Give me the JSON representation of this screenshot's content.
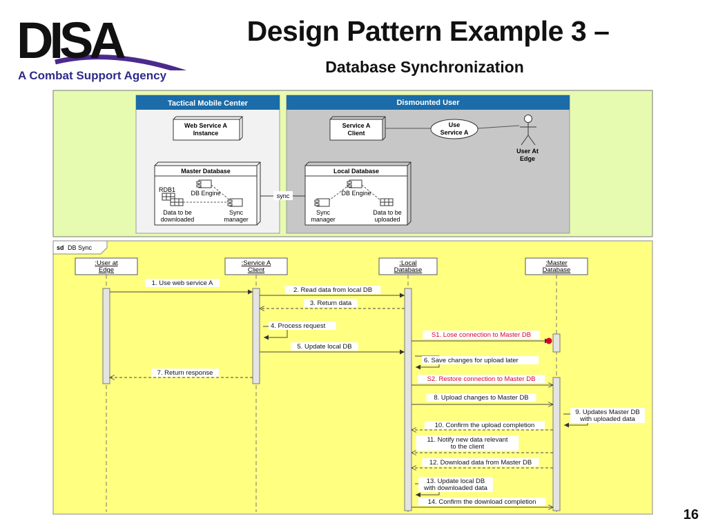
{
  "slide": {
    "title": "Design Pattern Example 3 –",
    "subtitle": "Database Synchronization",
    "tagline": "A Combat Support Agency",
    "logo_text": "DISA",
    "page_number": "16"
  },
  "deployment": {
    "tmc_title": "Tactical Mobile Center",
    "du_title": "Dismounted  User",
    "web_service_box": [
      "Web Service A",
      "Instance"
    ],
    "service_client_box": [
      "Service A",
      "Client"
    ],
    "use_case": [
      "Use",
      "Service A"
    ],
    "actor_label": [
      "User At",
      "Edge"
    ],
    "master_db": {
      "title": "Master Database",
      "rdb": "RDB1",
      "engine": "DB Engine",
      "left_label": [
        "Data to be",
        "downloaded"
      ],
      "right_label": [
        "Sync",
        "manager"
      ]
    },
    "local_db": {
      "title": "Local Database",
      "engine": "DB Engine",
      "left_label": [
        "Sync",
        "manager"
      ],
      "right_label": [
        "Data to be",
        "uploaded"
      ]
    },
    "sync_label": "sync"
  },
  "sequence": {
    "frame_keyword": "sd",
    "frame_name": "DB Sync",
    "lifelines": [
      [
        "User at",
        "Edge"
      ],
      [
        "Service A",
        "Client"
      ],
      [
        "Local",
        "Database"
      ],
      [
        "Master",
        "Database"
      ]
    ],
    "lifeline_prefix": ":",
    "messages": [
      [
        "1. Use web service A"
      ],
      [
        "2. Read data from local DB"
      ],
      [
        "3. Return data"
      ],
      [
        "4. Process request"
      ],
      [
        "S1. Lose connection to Master DB"
      ],
      [
        "5. Update local DB"
      ],
      [
        "6. Save changes for upload later"
      ],
      [
        "7. Return response"
      ],
      [
        "S2. Restore connection to Master DB"
      ],
      [
        "8. Upload changes to Master DB"
      ],
      [
        "9. Updates Master DB",
        "with uploaded data"
      ],
      [
        "10. Confirm the upload completion"
      ],
      [
        "11. Notify new data relevant",
        "to the client"
      ],
      [
        "12. Download data from Master DB"
      ],
      [
        "13. Update local DB",
        "with downloaded data"
      ],
      [
        "14. Confirm the download completion"
      ]
    ]
  },
  "colors": {
    "logo": "#111111",
    "logo_swoosh": "#4b2a8c",
    "tagline": "#2e2a8a",
    "header_blue": "#1b6ca8",
    "panel_green": "#e6fbb0",
    "panel_yellow": "#ffff80",
    "alert_red": "#d9002b",
    "gray_panel": "#c7c7c7"
  }
}
